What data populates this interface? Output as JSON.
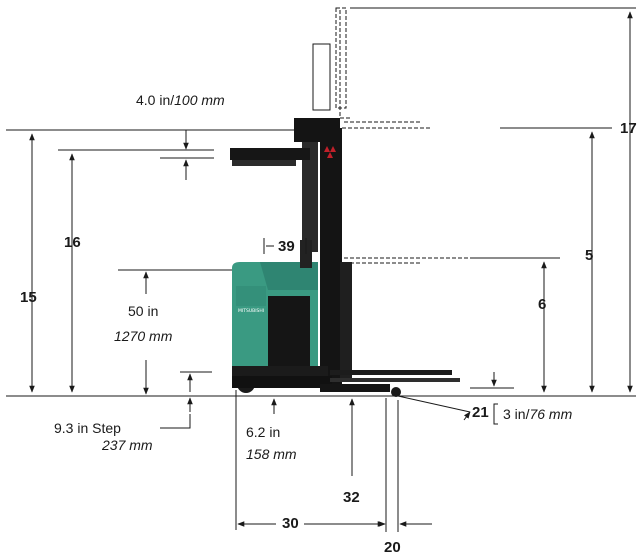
{
  "labels": {
    "fork_thickness": {
      "value": "4.0 in/",
      "metric": "100 mm"
    },
    "callout_16": "16",
    "callout_15": "15",
    "callout_39": "39",
    "callout_17": "17",
    "callout_5": "5",
    "callout_6": "6",
    "height_50": {
      "value": "50 in",
      "metric": "1270 mm"
    },
    "step_height": {
      "value": "9.3 in Step",
      "metric": "237 mm"
    },
    "ground_clearance": {
      "value": "6.2 in",
      "metric": "158 mm"
    },
    "callout_32": "32",
    "callout_30": "30",
    "callout_20": "20",
    "callout_21": "21",
    "fork_lowered": {
      "value": "3 in/",
      "metric": "76 mm"
    }
  },
  "colors": {
    "body": "#3a9a82",
    "mast": "#141414",
    "line": "#1a1a1a",
    "accent": "#c0202a"
  }
}
